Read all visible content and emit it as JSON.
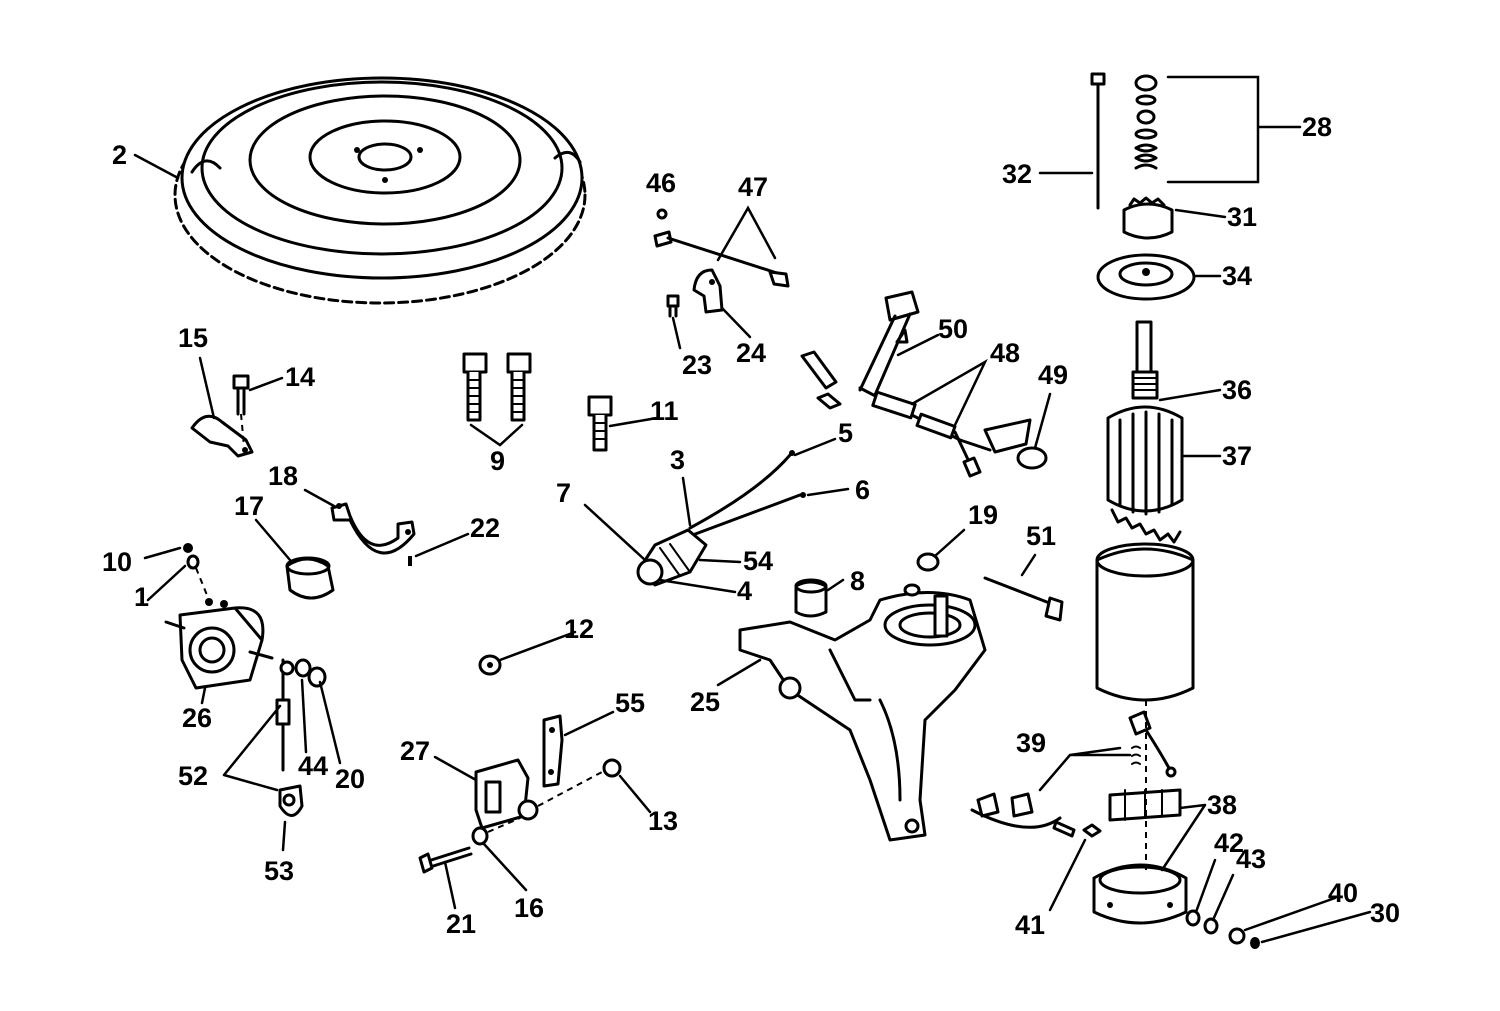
{
  "labels": {
    "l1": "1",
    "l2": "2",
    "l3": "3",
    "l4": "4",
    "l5": "5",
    "l6": "6",
    "l7": "7",
    "l8": "8",
    "l9": "9",
    "l10": "10",
    "l11": "11",
    "l12": "12",
    "l13": "13",
    "l14": "14",
    "l15": "15",
    "l16": "16",
    "l17": "17",
    "l18": "18",
    "l19": "19",
    "l20": "20",
    "l21": "21",
    "l22": "22",
    "l23": "23",
    "l24": "24",
    "l25": "25",
    "l26": "26",
    "l27": "27",
    "l28": "28",
    "l30": "30",
    "l31": "31",
    "l32": "32",
    "l34": "34",
    "l36": "36",
    "l37": "37",
    "l38": "38",
    "l39": "39",
    "l40": "40",
    "l41": "41",
    "l42": "42",
    "l43": "43",
    "l44": "44",
    "l46": "46",
    "l47": "47",
    "l48": "48",
    "l49": "49",
    "l50": "50",
    "l51": "51",
    "l52": "52",
    "l53": "53",
    "l54": "54",
    "l55": "55"
  }
}
